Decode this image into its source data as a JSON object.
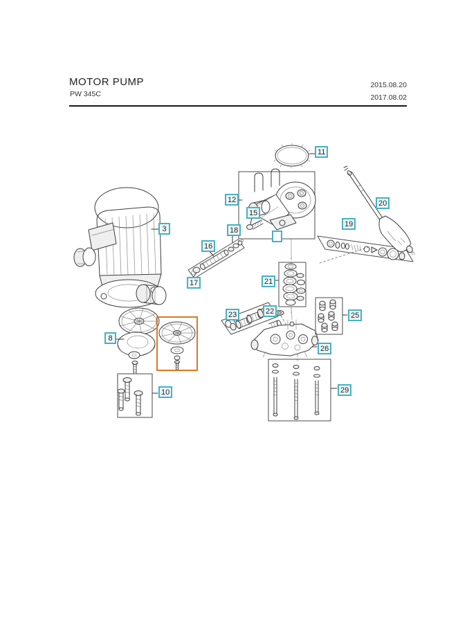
{
  "header": {
    "title": "MOTOR PUMP",
    "model": "PW 345C",
    "dates": {
      "date_top": "2015.08.20",
      "date_bottom": "2017.08.02"
    }
  },
  "callouts": {
    "c3": {
      "label": "3"
    },
    "c8": {
      "label": "8"
    },
    "c10": {
      "label": "10"
    },
    "c11": {
      "label": "11"
    },
    "c12": {
      "label": "12"
    },
    "c15": {
      "label": "15"
    },
    "c16": {
      "label": "16"
    },
    "c17": {
      "label": "17"
    },
    "c18": {
      "label": "18"
    },
    "c19": {
      "label": "19"
    },
    "c20": {
      "label": "20"
    },
    "c21": {
      "label": "21"
    },
    "c22": {
      "label": "22"
    },
    "c23": {
      "label": "23"
    },
    "c25": {
      "label": "25"
    },
    "c26": {
      "label": "26"
    },
    "c29": {
      "label": "29"
    },
    "blank": {
      "label": ""
    }
  },
  "colors": {
    "callout_border": "#44b2c4",
    "callout_bg": "#edf8fa",
    "highlight": "#e0761f",
    "line": "#3d3d3d"
  }
}
